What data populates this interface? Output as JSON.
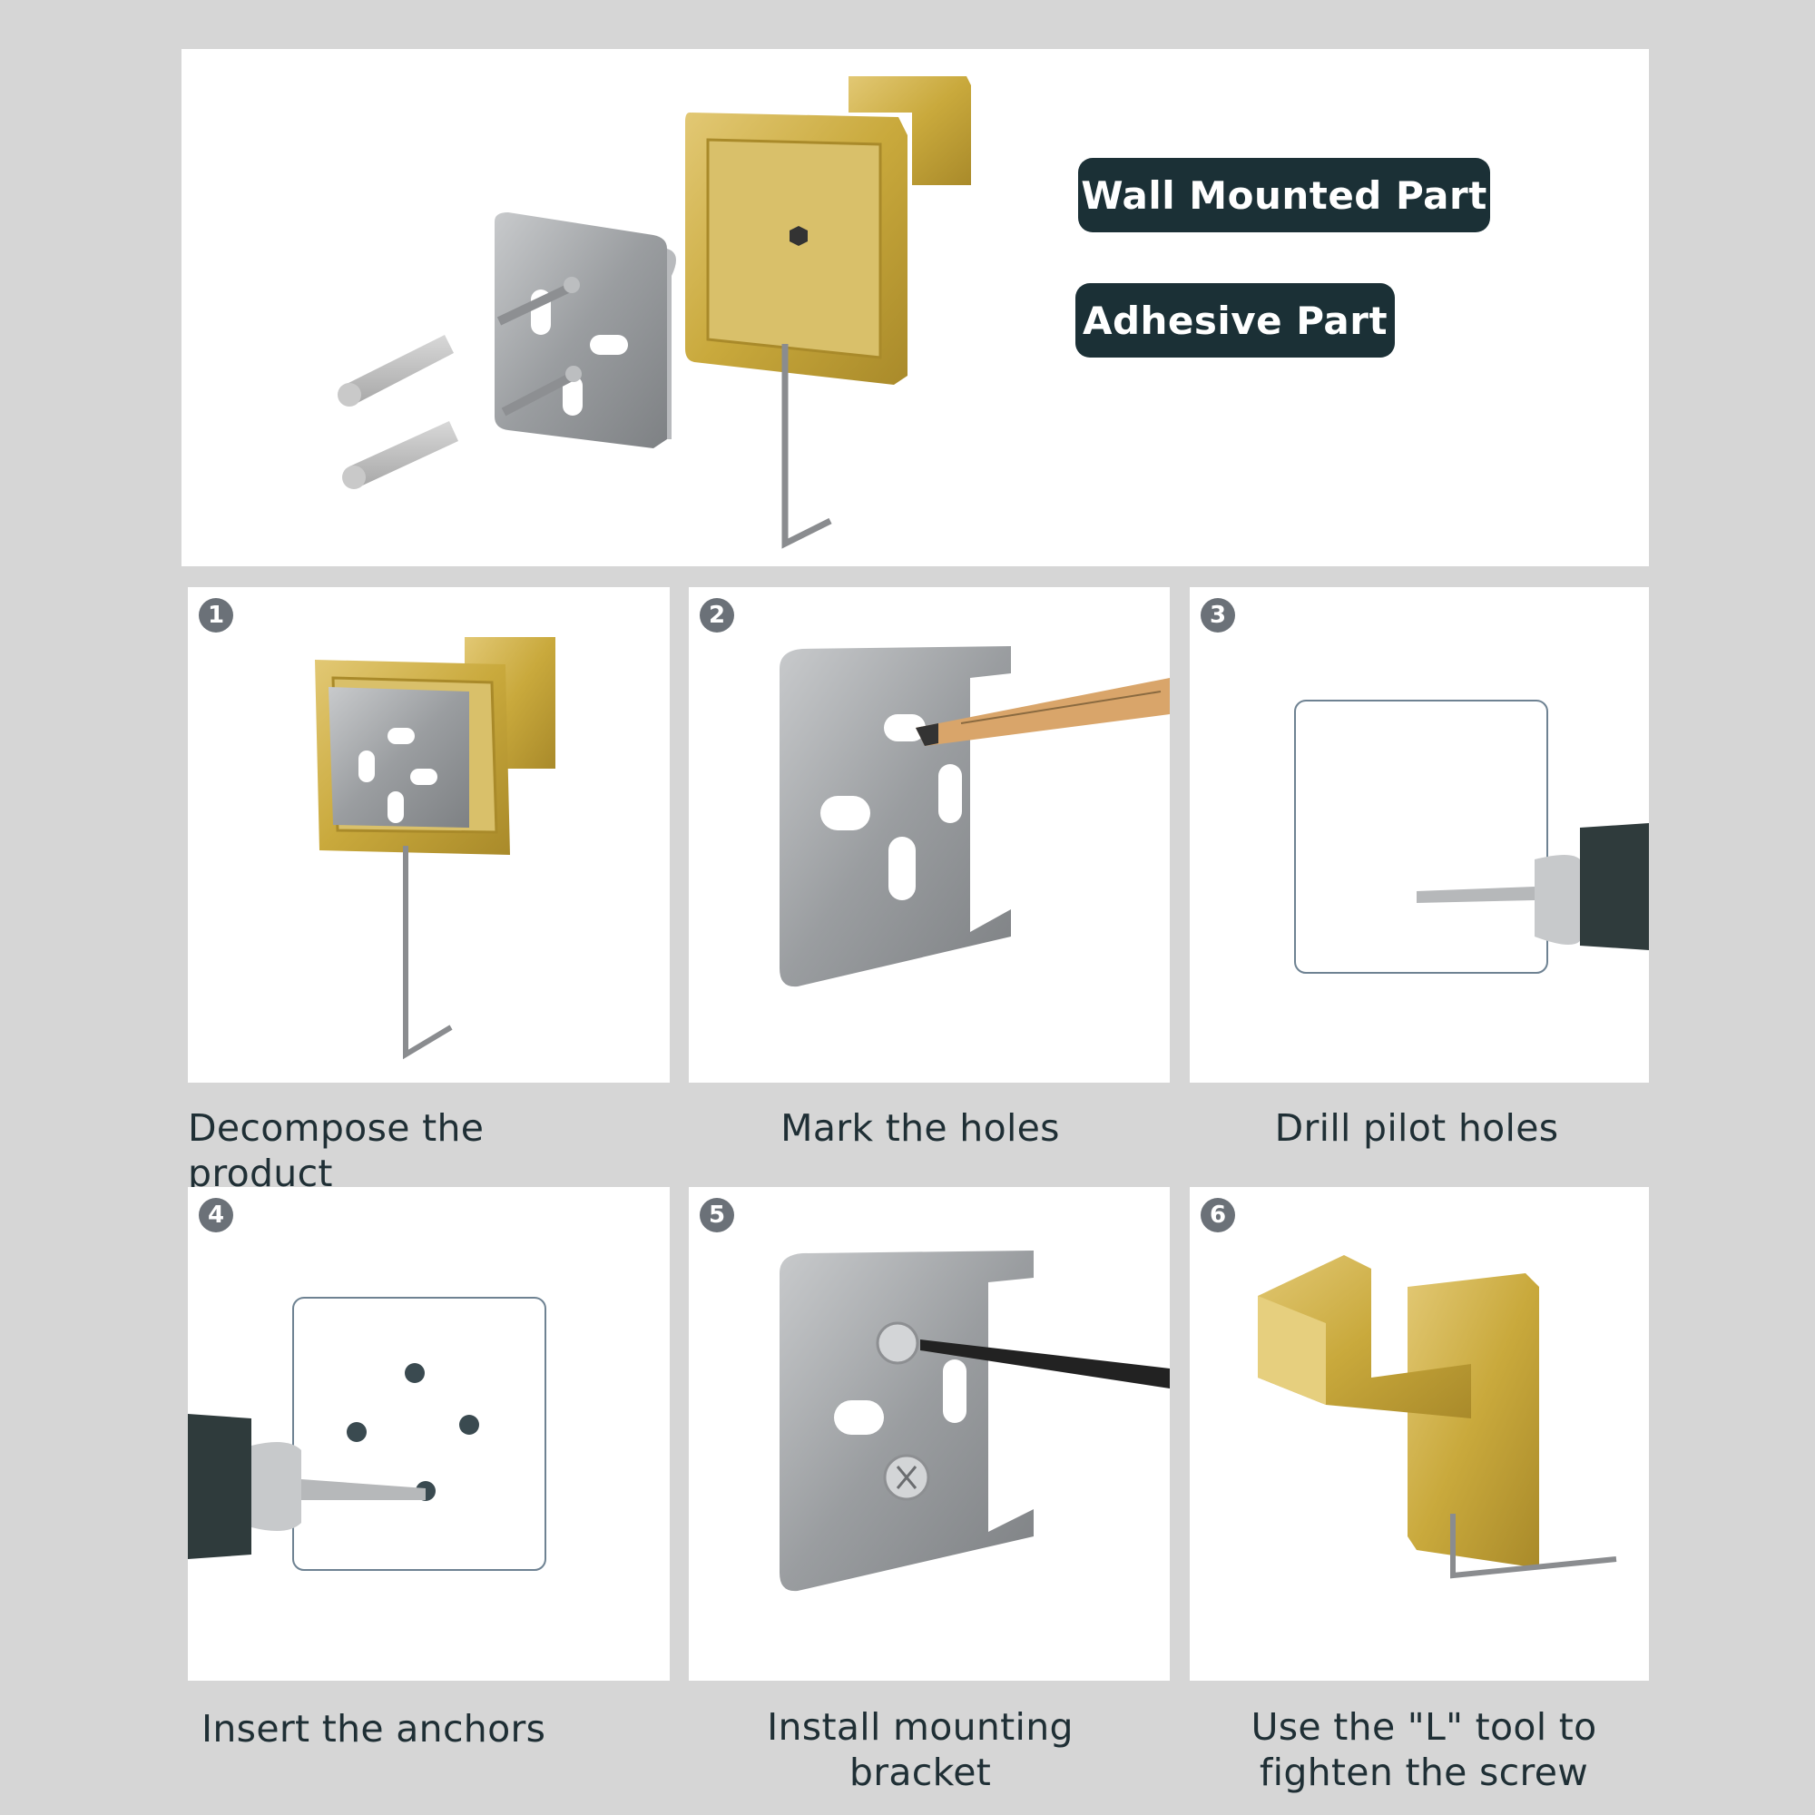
{
  "hero": {
    "wall_mounted_label": "Wall Mounted Part",
    "adhesive_label": "Adhesive Part"
  },
  "steps": [
    {
      "number": "1",
      "caption": "Decompose the product"
    },
    {
      "number": "2",
      "caption": "Mark the holes"
    },
    {
      "number": "3",
      "caption": "Drill pilot holes"
    },
    {
      "number": "4",
      "caption": "Insert the anchors"
    },
    {
      "number": "5",
      "caption_line1": "Install mounting",
      "caption_line2": "bracket"
    },
    {
      "number": "6",
      "caption_line1": "Use the \"L\"  tool to",
      "caption_line2": "fighten the screw"
    }
  ],
  "colors": {
    "background": "#d6d6d6",
    "panel": "#ffffff",
    "tag": "#1b3036",
    "gold": "#c9a93c",
    "steel": "#a0a3a6",
    "badge": "#6b7178",
    "caption": "#1f2f35"
  }
}
